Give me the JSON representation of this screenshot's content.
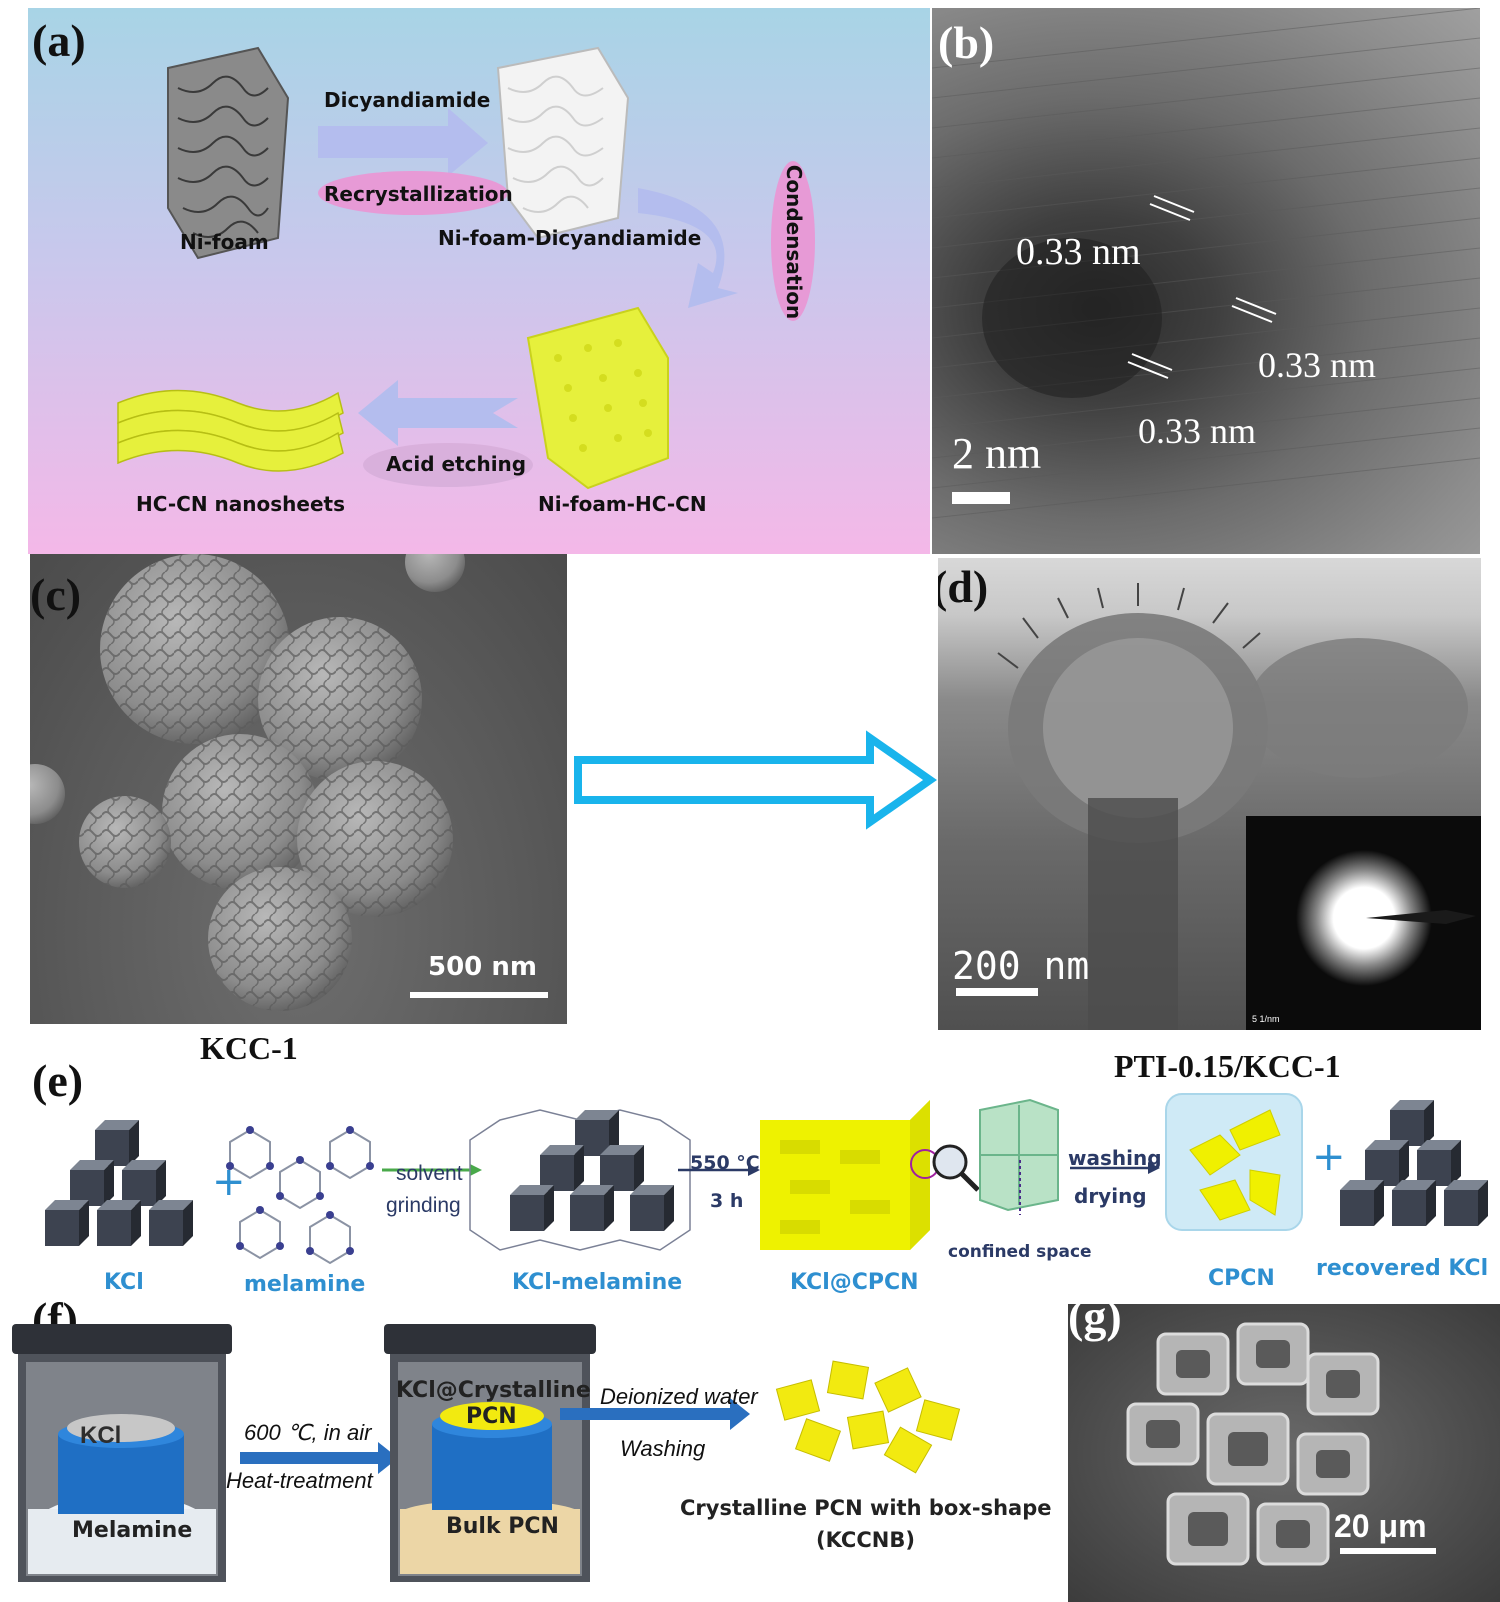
{
  "panels": {
    "a": {
      "label": "(a)",
      "steps": {
        "nifoam": "Ni-foam",
        "dicyandiamide": "Dicyandiamide",
        "recrystallization": "Recrystallization",
        "nifoam_dicy": "Ni-foam-Dicyandiamide",
        "condensation": "Condensation",
        "nifoam_hccn": "Ni-foam-HC-CN",
        "acid_etching": "Acid etching",
        "hccn_nanosheets": "HC-CN nanosheets"
      },
      "colors": {
        "bg_top": "#a8d4e6",
        "bg_bottom": "#f4b8e8",
        "yellow": "#e6f03c",
        "pink_oval": "#e79ad6"
      }
    },
    "b": {
      "label": "(b)",
      "spacing_1": "0.33 nm",
      "spacing_2": "0.33 nm",
      "spacing_3": "0.33 nm",
      "scale": "2 nm"
    },
    "c": {
      "label": "(c)",
      "scale": "500 nm",
      "caption": "KCC-1"
    },
    "d": {
      "label": "(d)",
      "scale": "200 nm",
      "inset_scale": "5 1/nm",
      "caption": "PTI-0.15/KCC-1"
    },
    "e": {
      "label": "(e)",
      "kcl": "KCl",
      "melamine": "melamine",
      "solvent": "solvent",
      "grinding": "grinding",
      "kcl_melamine": "KCl-melamine",
      "temp": "550 °C",
      "time": "3 h",
      "kcl_cpcn": "KCl@CPCN",
      "confined": "confined space",
      "washing": "washing",
      "drying": "drying",
      "cpcn": "CPCN",
      "recovered": "recovered KCl",
      "colors": {
        "blue_text": "#2e8fd0",
        "cube": "#3d4350",
        "yellow": "#f0f000"
      }
    },
    "f": {
      "label": "(f)",
      "kcl": "KCl",
      "melamine": "Melamine",
      "temp": "600 ℃, in air",
      "heat": "Heat-treatment",
      "kcl_crys": "KCl@Crystalline",
      "pcn": "PCN",
      "bulk": "Bulk PCN",
      "di_water": "Deionized water",
      "washing": "Washing",
      "product_line1": "Crystalline PCN with box-shape",
      "product_line2": "(KCCNB)",
      "colors": {
        "blue": "#1f6fc4",
        "arrow": "#2a6fbf",
        "yellow": "#f2ea10"
      }
    },
    "g": {
      "label": "(g)",
      "scale": "20 μm"
    }
  }
}
